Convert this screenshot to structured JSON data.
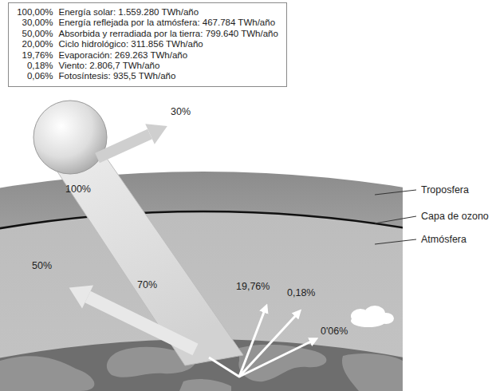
{
  "diagram": {
    "nodes": [
      {
        "text": [
          "100,00%",
          "Energía solar: 1.559.280 TWh/año",
          "30,00%",
          "Energía reflejada por la atmósfera: 467.784 TWh/año",
          "50,00%",
          "Absorbida y rerradiada por la tierra: 799.640 TWh/año",
          "20,00%",
          "Ciclo hidrológico: 311.856 TWh/año",
          "19,76%",
          "Evaporación: 269.263 TWh/año",
          "0,18%",
          "Viento: 2.806,7 TWh/año",
          "0,06%",
          "Fotosíntesis: 935,5 TWh/año"
        ]
      }
    ],
    "labels": [
      "30%",
      "100%",
      "50%",
      "70%",
      "19,76%",
      "0,18%",
      "0'06%",
      "Troposfera",
      "Capa de ozono",
      "Atmósfera"
    ]
  }
}
